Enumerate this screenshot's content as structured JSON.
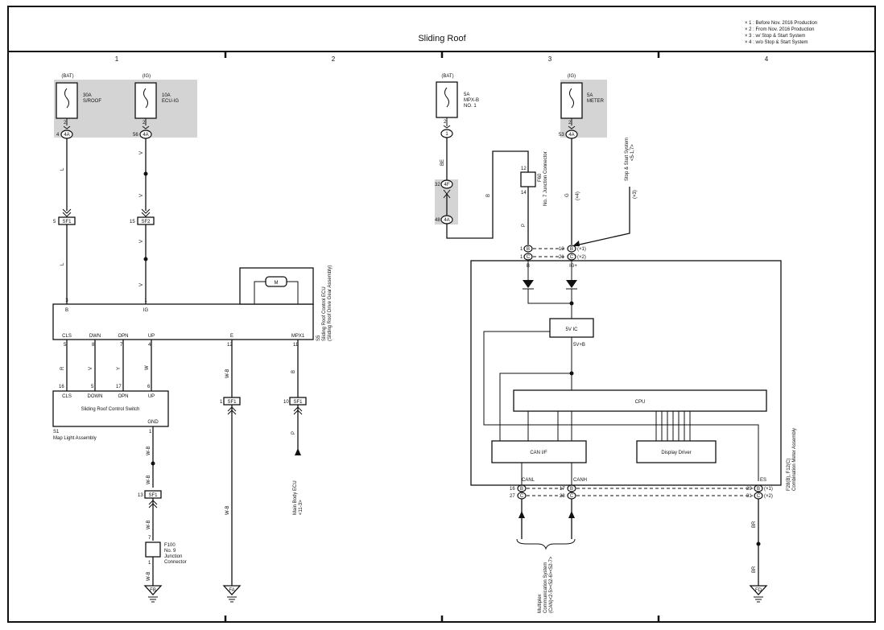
{
  "title": "Sliding Roof",
  "notes": [
    "× 1 : Before Nov. 2016 Production",
    "× 2 : From Nov. 2016 Production",
    "× 3 : w/ Stop & Start System",
    "× 4 : w/o Stop & Start System"
  ],
  "columns": [
    "1",
    "2",
    "3",
    "4"
  ],
  "fuses": {
    "sroof": {
      "source": "(BAT)",
      "rating": "30A",
      "name": "S/ROOF"
    },
    "ecuig": {
      "source": "(IG)",
      "rating": "10A",
      "name": "ECU-IG"
    },
    "mpxb": {
      "source": "(BAT)",
      "rating": "5A",
      "name": "MPX-B",
      "name2": "NO. 1"
    },
    "meter": {
      "source": "(IG)",
      "rating": "5A",
      "name": "METER"
    }
  },
  "ecu": {
    "label": "S5",
    "name": "Sliding Roof Control ECU",
    "name2": "(Sliding Roof Drive Gear Assembly)",
    "pins": {
      "b": "B",
      "ig": "IG",
      "cls": "CLS",
      "dwn": "DWN",
      "opn": "OPN",
      "up": "UP",
      "e": "E",
      "mpx1": "MPX1"
    },
    "motor": "M"
  },
  "switch": {
    "label": "S1",
    "sub": "Map Light Assembly",
    "name": "Sliding Roof Control Switch",
    "pins": {
      "cls": "CLS",
      "dwn": "DOWN",
      "opn": "OPN",
      "up": "UP",
      "gnd": "GND"
    }
  },
  "connectors": {
    "sf1": "SF1",
    "sf2": "SF2",
    "f100": {
      "id": "F100",
      "l1": "No. 9",
      "l2": "Junction",
      "l3": "Connector"
    },
    "f60": {
      "id": "F60",
      "name": "No. 7 Junction Connector"
    },
    "c4a": "4A",
    "c4f": "4F",
    "c1": "1",
    "cb": "B",
    "cc": "C"
  },
  "wires": {
    "l": "L",
    "v": "V",
    "r": "R",
    "y": "Y",
    "w": "W",
    "wb": "W-B",
    "b": "B",
    "p": "P",
    "be": "BE",
    "g": "G",
    "br": "BR"
  },
  "marks": {
    "m1": "(×1)",
    "m2": "(×2)",
    "m3": "(×3)",
    "m4": "(×4)"
  },
  "refs": {
    "mbecu": "Main Body ECU",
    "mbecu2": "<11-3>",
    "stopstart": "Stop & Start System",
    "stopstart2": "<5-1,7>",
    "mpx": "Multiplex",
    "mpx2": "Communication System",
    "mpx3": "(CAN)<2-5><52-6><52-7>"
  },
  "meter": {
    "label": "F28(B), F12(C)",
    "name": "Combination Meter Assembly",
    "b": "B",
    "igp": "IG+",
    "vic": "5V IC",
    "v5b": "5V+B",
    "cpu": "CPU",
    "canif": "CAN I/F",
    "display": "Display Driver",
    "canl": "CANL",
    "canh": "CANH",
    "es": "ES"
  },
  "grounds": {
    "fb": "FB",
    "fa": "FA",
    "fd": "FD"
  },
  "pins": {
    "p1": "1",
    "p2": "2",
    "p3": "3",
    "p4": "4",
    "p5": "5",
    "p6": "6",
    "p7": "7",
    "p8": "8",
    "p10": "10",
    "p11": "11",
    "p12": "12",
    "p13": "13",
    "p14": "14",
    "p15": "15",
    "p16": "16",
    "p17": "17",
    "p21": "21",
    "p27": "27",
    "p28": "28",
    "p29": "29",
    "p31": "31",
    "p32": "32",
    "p48": "48",
    "p53": "53",
    "p56": "56"
  }
}
